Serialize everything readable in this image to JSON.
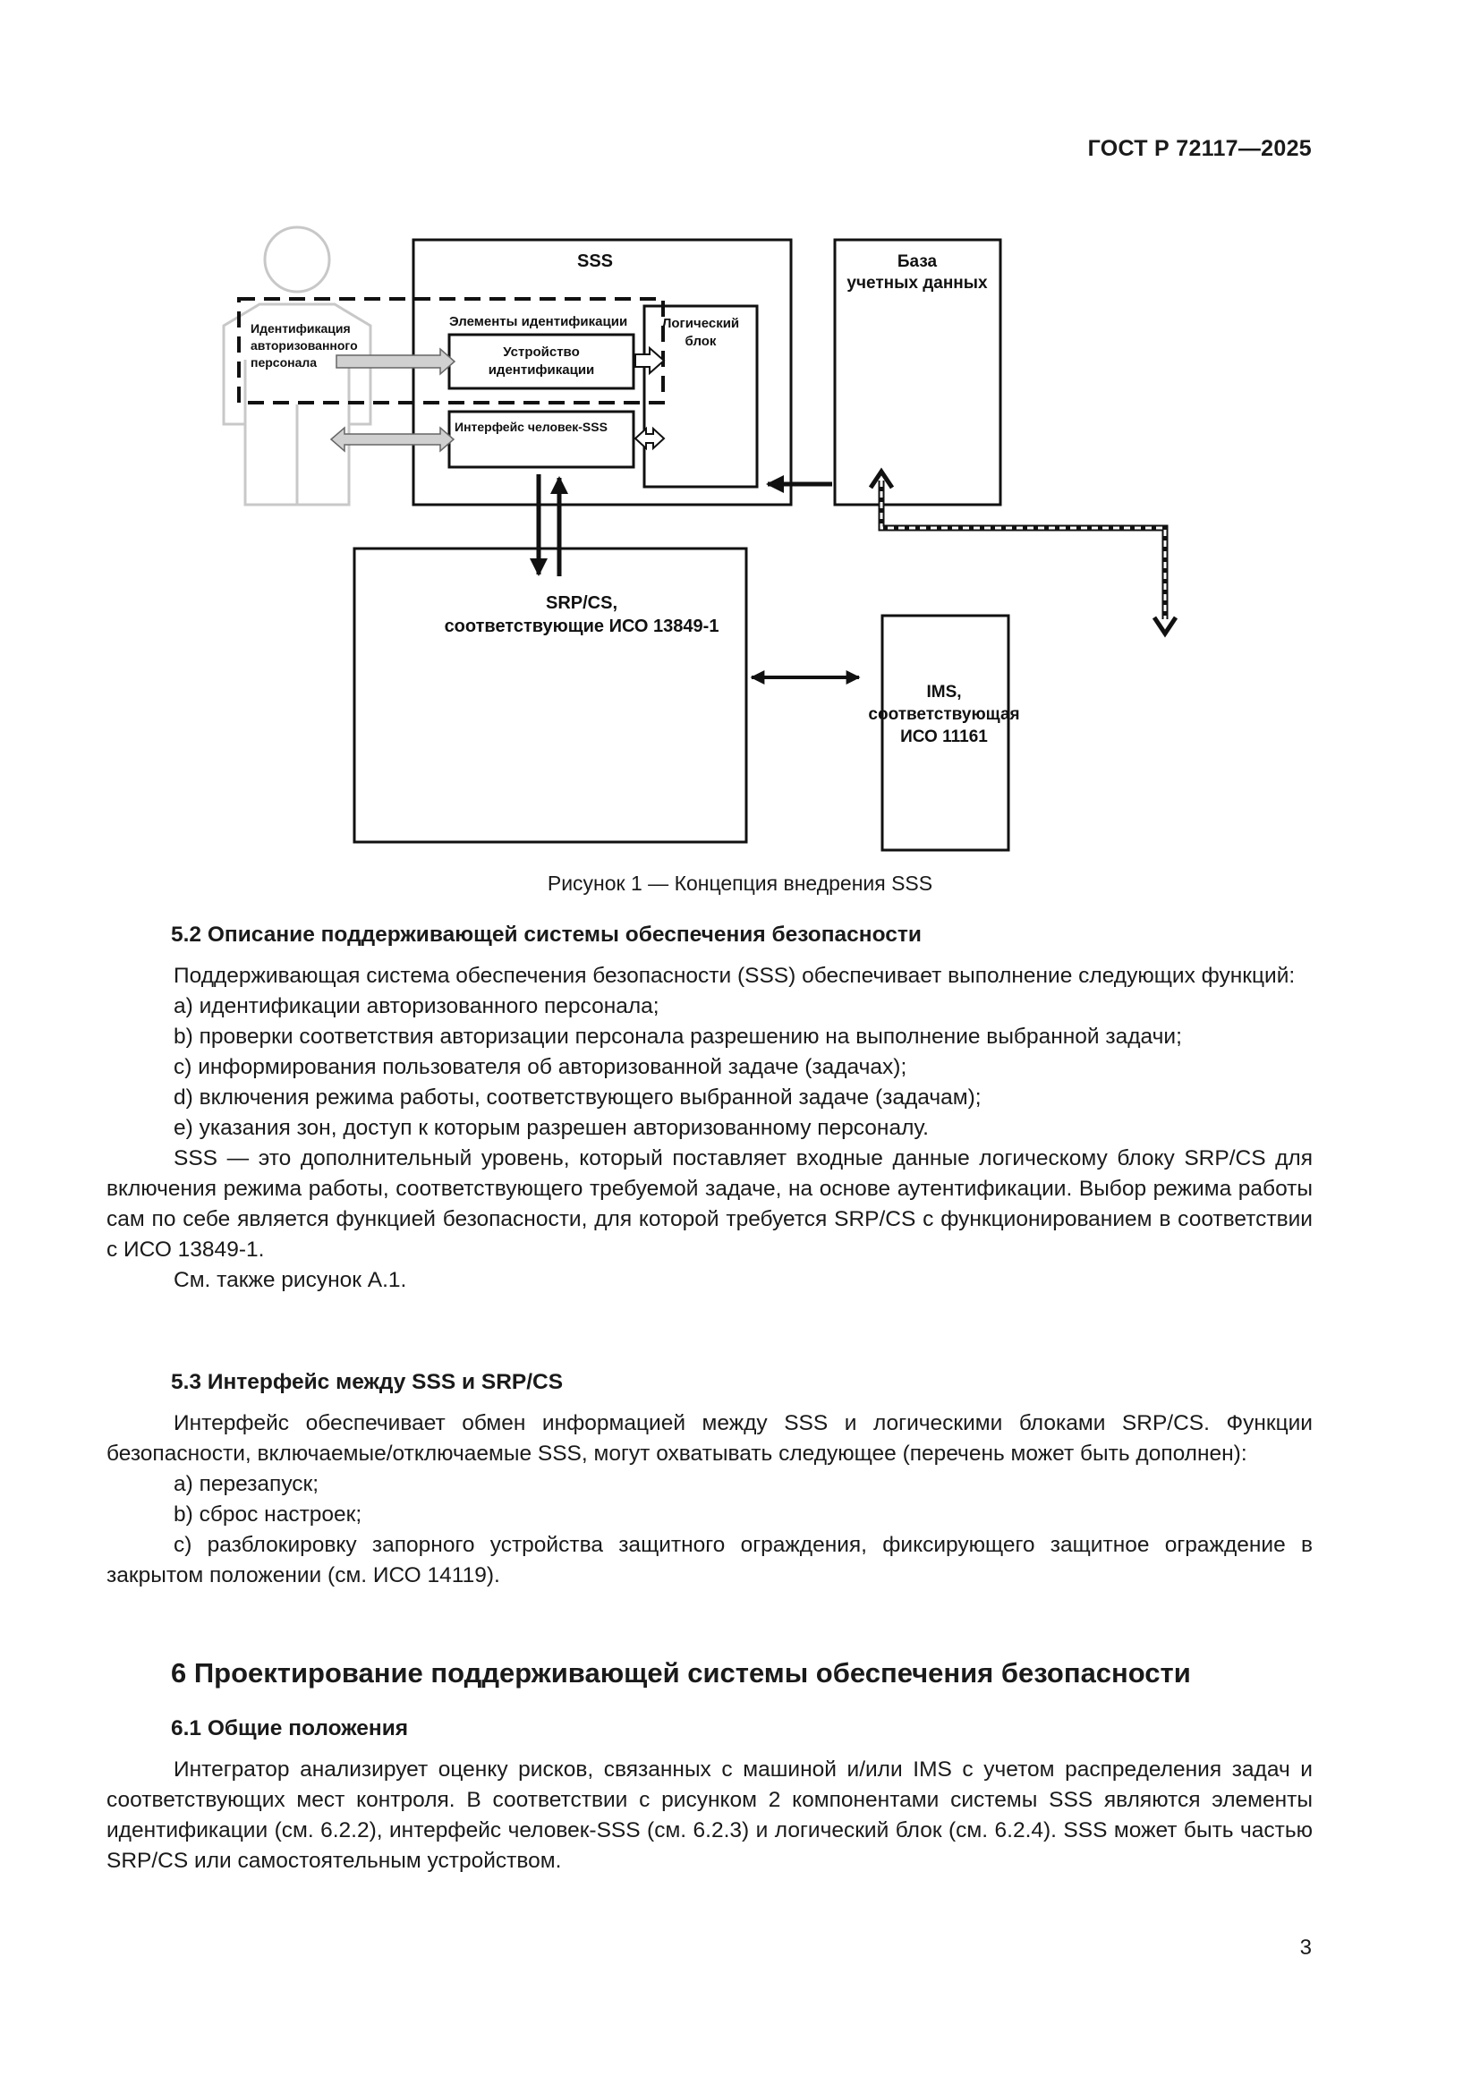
{
  "header": {
    "standard_code": "ГОСТ Р 72117—2025"
  },
  "figure": {
    "sss_title": "SSS",
    "db_title_line1": "База",
    "db_title_line2": "учетных данных",
    "ident_person_line1": "Идентификация",
    "ident_person_line2": "авторизованного",
    "ident_person_line3": "персонала",
    "ident_elements": "Элементы идентификации",
    "device_line1": "Устройство",
    "device_line2": "идентификации",
    "logic_line1": "Логический",
    "logic_line2": "блок",
    "hmi": "Интерфейс человек-SSS",
    "srp_line1": "SRP/CS,",
    "srp_line2": "соответствующие ИСО 13849-1",
    "ims_line1": "IMS,",
    "ims_line2": "соответствующая",
    "ims_line3": "ИСО 11161",
    "caption": "Рисунок 1 — Концепция внедрения SSS"
  },
  "section_5_2": {
    "heading": "5.2 Описание поддерживающей системы обеспечения безопасности",
    "intro": "Поддерживающая система обеспечения безопасности (SSS) обеспечивает выполнение следующих функций:",
    "items": [
      "a) идентификации авторизованного персонала;",
      "b) проверки соответствия авторизации персонала разрешению на выполнение выбранной задачи;",
      "c) информирования пользователя об авторизованной задаче (задачах);",
      "d) включения режима работы, соответствующего выбранной задаче (задачам);",
      "e) указания зон, доступ к которым разрешен авторизованному персоналу."
    ],
    "para": "SSS — это дополнительный уровень, который поставляет входные данные логическому блоку SRP/CS для включения режима работы, соответствующего требуемой задаче, на основе аутентификации. Выбор режима работы сам по себе является функцией безопасности, для которой требуется SRP/CS с функционированием в соответствии с ИСО 13849-1.",
    "see_also": "См. также рисунок А.1."
  },
  "section_5_3": {
    "heading": "5.3 Интерфейс между SSS и SRP/CS",
    "intro": "Интерфейс обеспечивает обмен информацией между SSS и логическими блоками SRP/CS. Функции безопасности, включаемые/отключаемые SSS, могут охватывать следующее (перечень может быть дополнен):",
    "items": [
      "a) перезапуск;",
      "b) сброс настроек;",
      "c) разблокировку запорного устройства защитного ограждения, фиксирующего защитное ограждение в закрытом положении (см. ИСО 14119)."
    ]
  },
  "section_6": {
    "heading": "6 Проектирование поддерживающей системы обеспечения безопасности",
    "sub_heading": "6.1 Общие положения",
    "para": "Интегратор анализирует оценку рисков, связанных с машиной и/или IMS с учетом распределения задач и соответствующих мест контроля. В соответствии с рисунком 2 компонентами системы SSS являются элементы идентификации (см. 6.2.2), интерфейс человек-SSS (см. 6.2.3) и логический блок (см. 6.2.4). SSS может быть частью SRP/CS или самостоятельным устройством."
  },
  "footer": {
    "page_number": "3"
  }
}
